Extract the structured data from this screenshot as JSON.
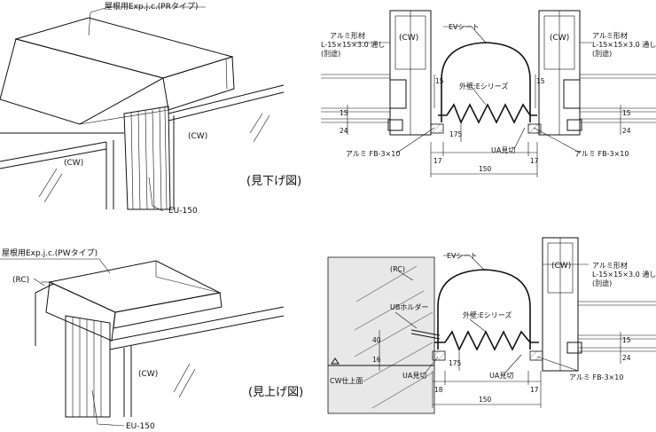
{
  "colors": {
    "ink": "#111111",
    "paper": "#ffffff",
    "hatch_fill": "#e8e8e8"
  },
  "top_left": {
    "roof_label": "屋根用Exp.j.c.(PRタイプ)",
    "cw_right": "(CW)",
    "cw_left": "(CW)",
    "eu_label": "EU-150",
    "caption": "(見下げ図)"
  },
  "top_right": {
    "cw_left": "(CW)",
    "cw_right": "(CW)",
    "ev_sheet": "EVシート",
    "alu_left": [
      "アルミ形材",
      "L-15×15×3.0 通し",
      "(別途)"
    ],
    "alu_right": [
      "アルミ形材",
      "L-15×15×3.0 通し",
      "(別途)"
    ],
    "exterior_wall": "外壁:Eシリーズ",
    "fb_left": "アルミ FB-3×10",
    "fb_right": "アルミ FB-3×10",
    "ua": "UA見切",
    "dims": {
      "d15_left": "15",
      "d15_right": "15",
      "d24_left": "24",
      "d15b_left": "15",
      "d24_right": "24",
      "d15b_right": "15",
      "d175": "175",
      "d17_left": "17",
      "d17_right": "17",
      "d150": "150"
    }
  },
  "bottom_left": {
    "roof_label": "屋根用Exp.j.c.(PWタイプ)",
    "rc": "(RC)",
    "cw": "(CW)",
    "eu_label": "EU-150",
    "caption": "(見上げ図)"
  },
  "bottom_right": {
    "rc": "(RC)",
    "cw": "(CW)",
    "ev_sheet": "EVシート",
    "alu_right": [
      "アルミ形材",
      "L-15×15×3.0 通し",
      "(別途)"
    ],
    "ub_holder": "UBホルダー",
    "exterior_wall": "外壁:Eシリーズ",
    "cw_finish": "CW仕上面",
    "ua_left": "UA見切",
    "ua_center": "UA見切",
    "fb_right": "アルミ FB-3×10",
    "dims": {
      "d40": "40",
      "d16": "16",
      "d175": "175",
      "d18": "18",
      "d17": "17",
      "d150": "150",
      "d24": "24",
      "d15": "15"
    }
  }
}
